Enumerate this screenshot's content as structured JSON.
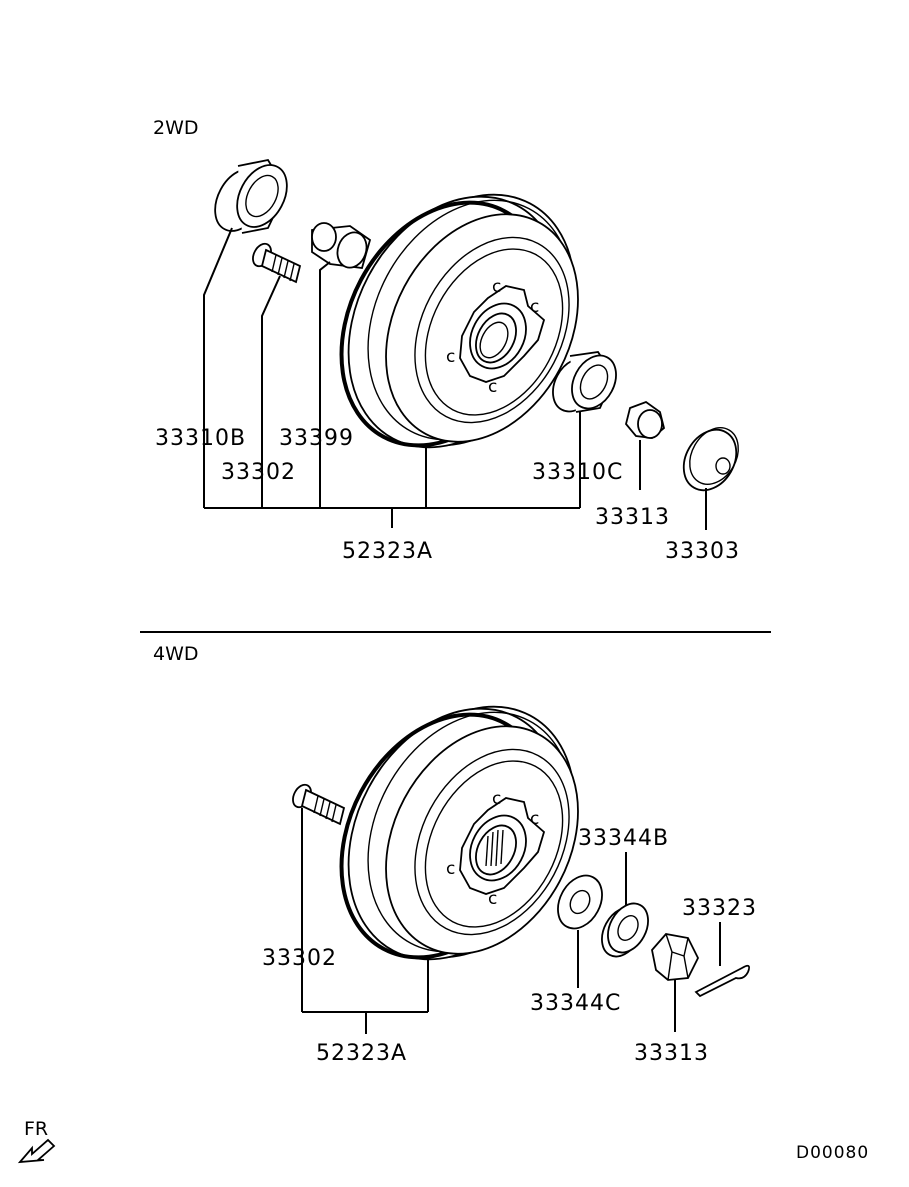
{
  "sections": {
    "top_title": "2WD",
    "bottom_title": "4WD"
  },
  "labels_2wd": {
    "p33310B": "33310B",
    "p33302": "33302",
    "p33399": "33399",
    "p33310C": "33310C",
    "p33313": "33313",
    "p33303": "33303",
    "p52323A": "52323A"
  },
  "labels_4wd": {
    "p33302": "33302",
    "p52323A": "52323A",
    "p33344B": "33344B",
    "p33344C": "33344C",
    "p33323": "33323",
    "p33313": "33313"
  },
  "footer": {
    "direction": "FR",
    "code": "D00080"
  },
  "icons": [
    "front-direction-arrow-icon"
  ]
}
